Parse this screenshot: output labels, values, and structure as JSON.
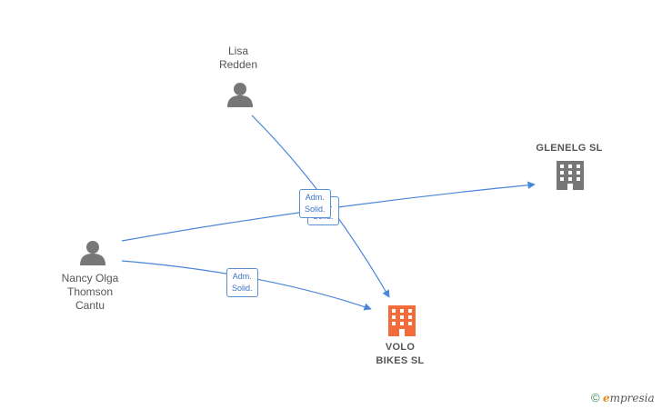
{
  "nodes": {
    "lisa": {
      "label": "Lisa\nRedden"
    },
    "nancy": {
      "label": "Nancy Olga\nThomson\nCantu"
    },
    "glenelg": {
      "label": "GLENELG  SL"
    },
    "volo": {
      "label": "VOLO\nBIKES  SL"
    }
  },
  "edges": {
    "lisa_volo": {
      "label": "Adm.\nSolid."
    },
    "lisa_volo_back": {
      "label": "Adm.\nSolid."
    },
    "nancy_volo": {
      "label": "Adm.\nSolid."
    }
  },
  "footer": {
    "copyright": "©",
    "brand_e": "e",
    "brand_rest": "mpresia"
  },
  "colors": {
    "edge": "#4a86d8",
    "person": "#777777",
    "company": "#777777",
    "focus_company": "#f26b3a"
  }
}
